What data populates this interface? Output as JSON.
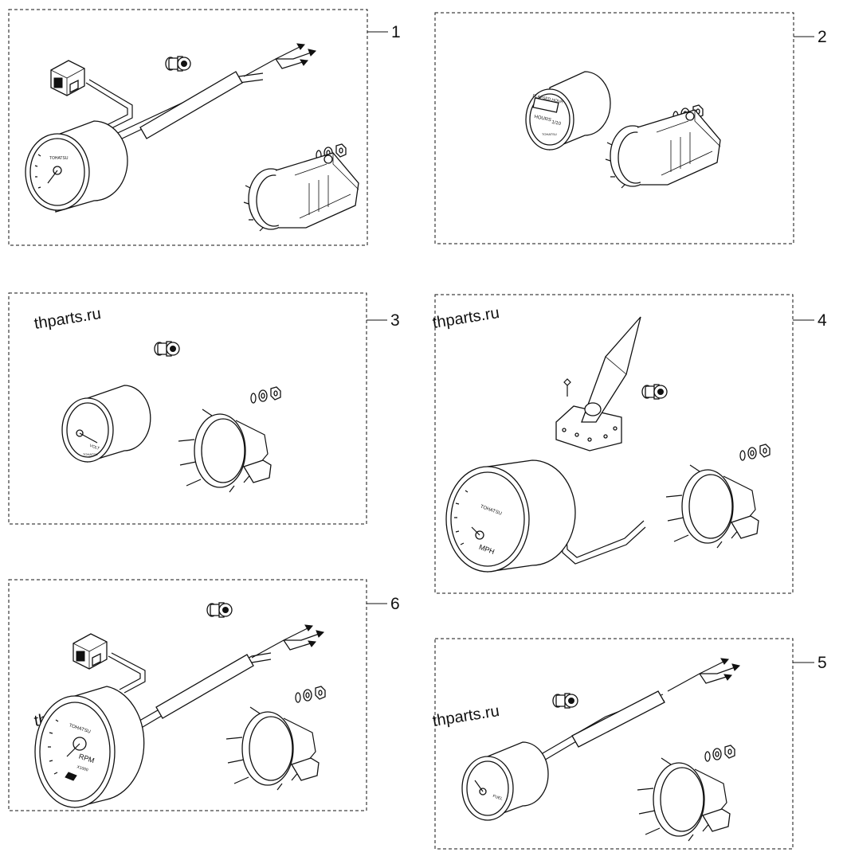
{
  "callouts": [
    "1",
    "2",
    "3",
    "4",
    "5",
    "6"
  ],
  "watermark": "thparts.ru",
  "gauge_faces": {
    "p1_brand": "TOHATSU",
    "p2_line1": "ELAPSED HOUR",
    "p2_line2": "HOURS",
    "p2_line3": "1/10",
    "p2_brand": "TOHATSU",
    "p3_unit": "VOLT",
    "p3_brand": "TOHATSU",
    "p4_brand": "TOHATSU",
    "p4_unit": "MPH",
    "p5_unit": "FUEL",
    "p6_brand": "TOHATSU",
    "p6_unit": "RPM",
    "p6_scale": "X1000"
  }
}
